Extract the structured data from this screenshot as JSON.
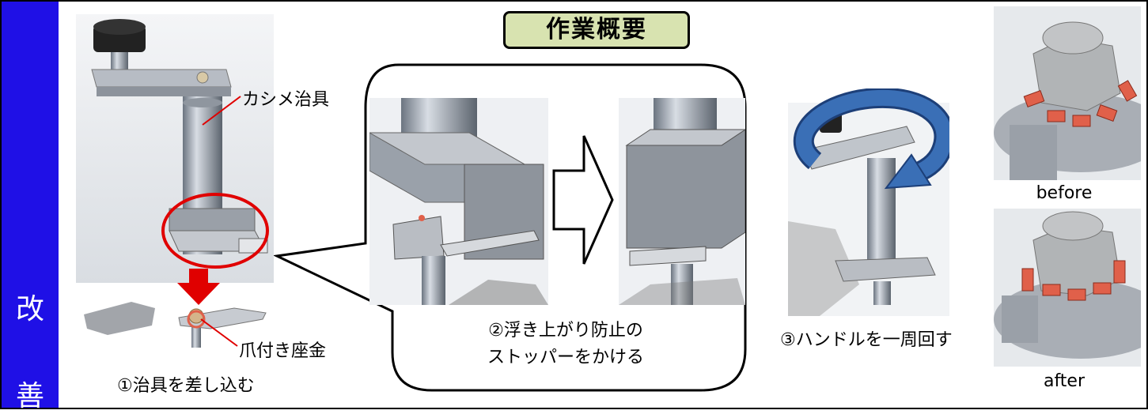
{
  "side_label": {
    "top": "改",
    "bottom": "善"
  },
  "title": "作業概要",
  "labels": {
    "kashime_jig": "カシメ治具",
    "claw_washer": "爪付き座金",
    "step1": "①治具を差し込む",
    "step2_line1": "②浮き上がり防止の",
    "step2_line2": "ストッパーをかける",
    "step3": "③ハンドルを一周回す",
    "before": "before",
    "after": "after"
  },
  "colors": {
    "side_bar": "#1f10e6",
    "title_bg": "#d8e3b0",
    "highlight_red": "#e00000",
    "rotate_arrow": "#3a6fb6",
    "washer_claw": "#e0604a"
  }
}
